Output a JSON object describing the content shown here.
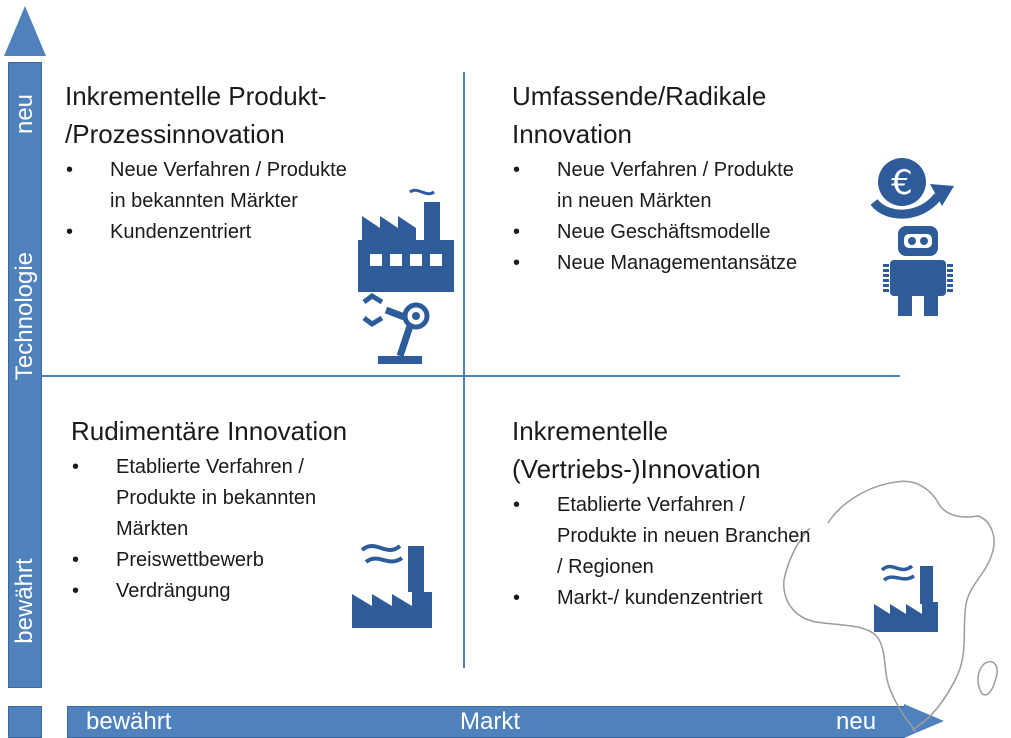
{
  "axes": {
    "y_top": "neu",
    "y_middle": "Technologie",
    "y_bottom": "bewährt",
    "x_left": "bewährt",
    "x_middle": "Markt",
    "x_right": "neu"
  },
  "quadrants": {
    "top_left": {
      "title_lines": [
        "Inkrementelle Produkt-",
        "/Prozessinnovation"
      ],
      "bullets": [
        [
          "Neue Verfahren / Produkte",
          "in bekannten Märkter"
        ],
        [
          "Kundenzentriert"
        ]
      ]
    },
    "top_right": {
      "title_lines": [
        "Umfassende/Radikale",
        "Innovation"
      ],
      "bullets": [
        [
          "Neue Verfahren / Produkte",
          "in neuen Märkten"
        ],
        [
          "Neue Geschäftsmodelle"
        ],
        [
          "Neue Managementansätze"
        ]
      ]
    },
    "bottom_left": {
      "title_lines": [
        "Rudimentäre Innovation"
      ],
      "bullets": [
        [
          "Etablierte Verfahren /",
          "Produkte in bekannten",
          "Märkten"
        ],
        [
          "Preiswettbewerb"
        ],
        [
          "Verdrängung"
        ]
      ]
    },
    "bottom_right": {
      "title_lines": [
        "Inkrementelle",
        "(Vertriebs-)Innovation"
      ],
      "bullets": [
        [
          "Etablierte Verfahren /",
          "Produkte in neuen Branchen",
          "/ Regionen"
        ],
        [
          "Markt-/ kundenzentriert"
        ]
      ]
    }
  },
  "icons": {
    "color": "#2e5c9a",
    "euro_symbol": "€",
    "names": [
      "factory-large-icon",
      "robot-arm-icon",
      "euro-cycle-icon",
      "robot-icon",
      "factory-small-icon",
      "factory-small-icon",
      "africa-map-outline"
    ]
  },
  "colors": {
    "axis": "#4f81bd",
    "divider": "#4f81bd",
    "icon": "#2e5c9a"
  }
}
